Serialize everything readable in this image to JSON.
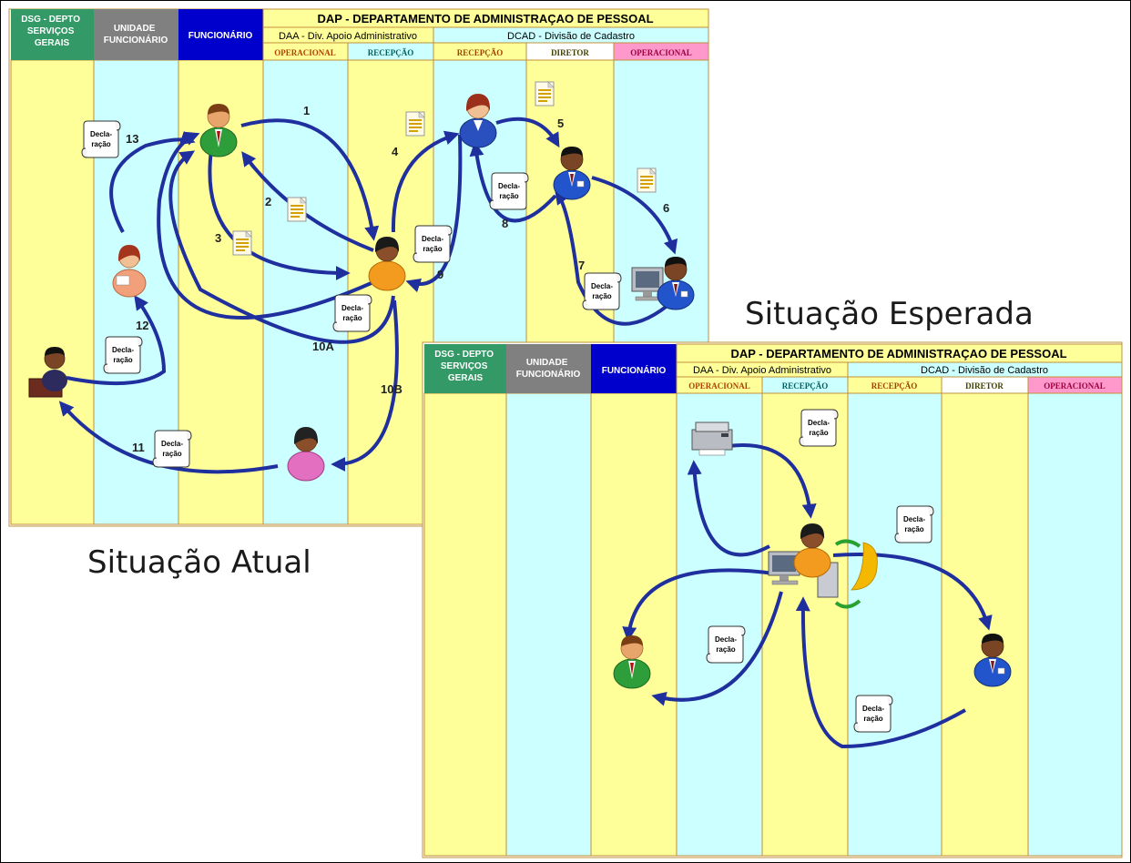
{
  "lanes": {
    "dsg": "DSG - DEPTO SERVIÇOS GERAIS",
    "dsg_lines": [
      "DSG - DEPTO",
      "SERVIÇOS",
      "GERAIS"
    ],
    "unidade_lines": [
      "UNIDADE",
      "FUNCIONÁRIO"
    ],
    "funcionario": "FUNCIONÁRIO",
    "dap": "DAP - DEPARTAMENTO DE ADMINISTRAÇAO DE PESSOAL",
    "daa": "DAA - Div. Apoio Administrativo",
    "dcad": "DCAD - Divisão de Cadastro",
    "roles": [
      "OPERACIONAL",
      "RECEPÇÃO",
      "RECEPÇÃO",
      "DIRETOR",
      "OPERACIONAL"
    ]
  },
  "doc": {
    "line1": "Decla-",
    "line2": "ração"
  },
  "steps": [
    "1",
    "2",
    "3",
    "4",
    "5",
    "6",
    "7",
    "8",
    "9",
    "10A",
    "10B",
    "11",
    "12",
    "13"
  ],
  "captions": {
    "atual": "Situação Atual",
    "esperada": "Situação Esperada"
  },
  "colors": {
    "lane_yellow": "#ffff99",
    "lane_cyan": "#ccffff",
    "dsg_header": "#339966",
    "unidade_header": "#808080",
    "funcionario_header": "#0000cc",
    "dap_header": "#ffff99",
    "dcad_header": "#ccffff",
    "role_pink": "#ff99cc",
    "arrow": "#1f2f9e",
    "lane_border": "#c0913a"
  },
  "icons": [
    "man-green-suit-icon",
    "woman-orange-icon",
    "woman-blue-icon",
    "man-blue-shirt-icon",
    "computer-user-icon",
    "woman-pink-icon",
    "man-desk-icon",
    "woman-writing-icon",
    "printer-icon",
    "computer-workstation-icon",
    "document-icon",
    "declaration-scroll-icon"
  ]
}
